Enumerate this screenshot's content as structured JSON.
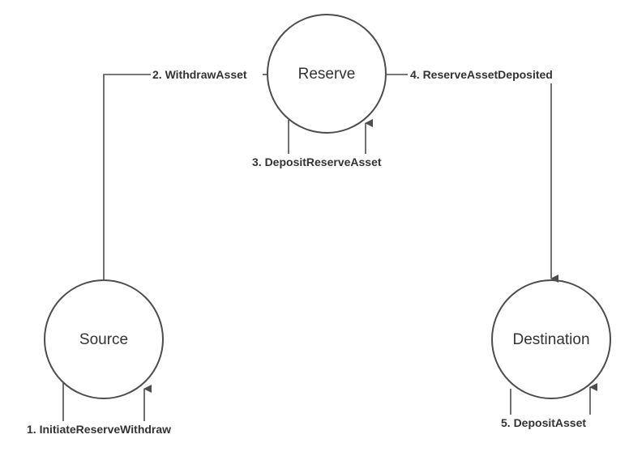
{
  "nodes": {
    "reserve": {
      "label": "Reserve"
    },
    "source": {
      "label": "Source"
    },
    "destination": {
      "label": "Destination"
    }
  },
  "edges": {
    "initiate": {
      "label": "1. InitiateReserveWithdraw"
    },
    "withdraw": {
      "label": "2. WithdrawAsset"
    },
    "deposit_reserve": {
      "label": "3. DepositReserveAsset"
    },
    "reserve_deposited": {
      "label": "4. ReserveAssetDeposited"
    },
    "deposit_asset": {
      "label": "5. DepositAsset"
    }
  },
  "colors": {
    "stroke": "#4d4d4d",
    "text": "#333333",
    "background": "#ffffff"
  }
}
